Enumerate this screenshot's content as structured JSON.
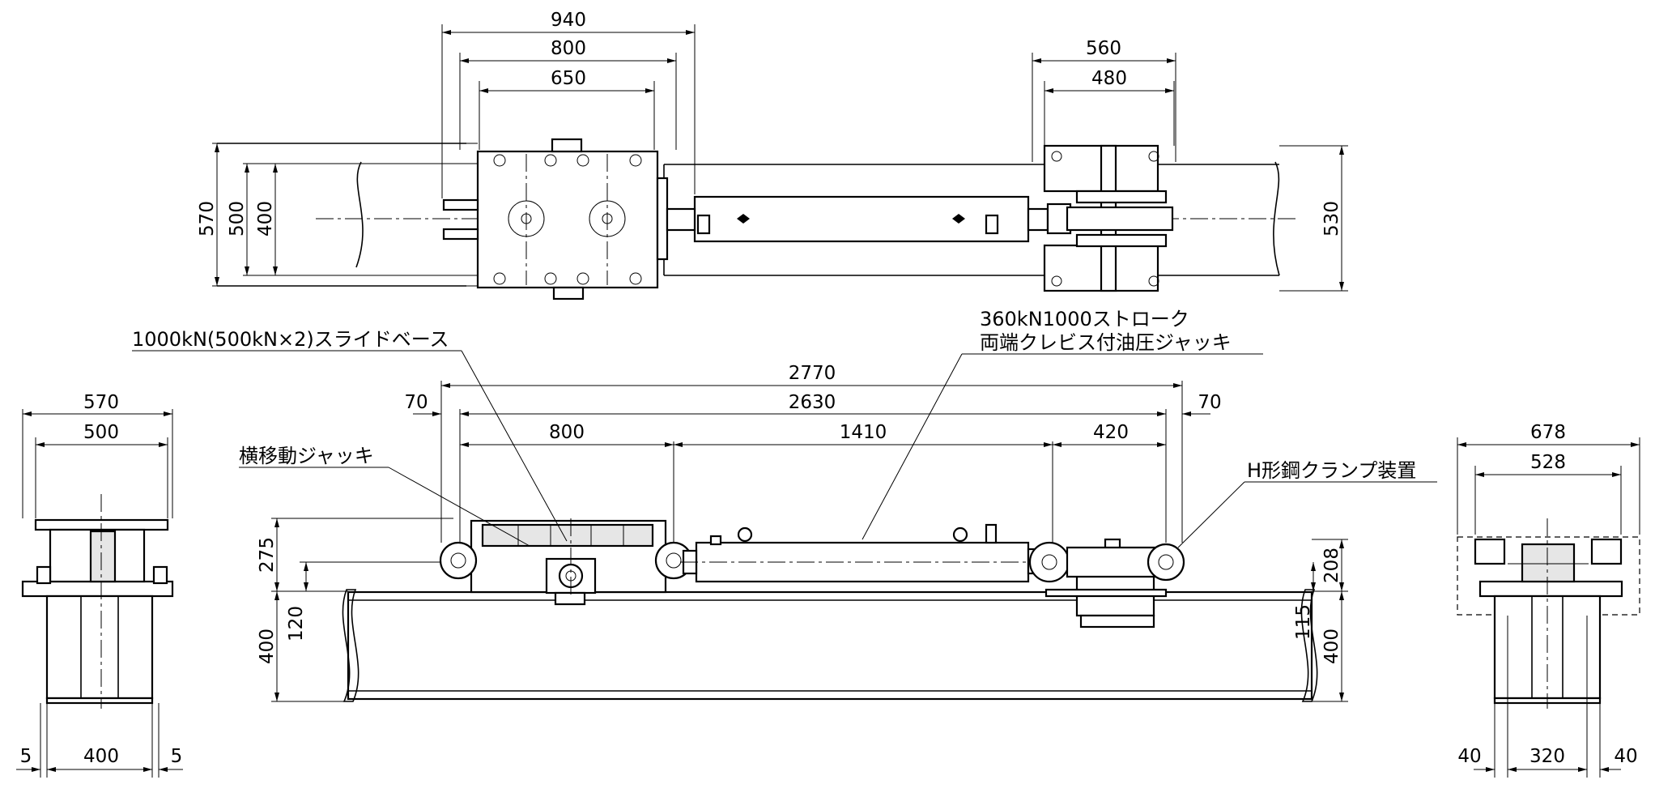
{
  "top_view": {
    "dims": {
      "d940": "940",
      "d800": "800",
      "d650": "650",
      "d560": "560",
      "d480": "480",
      "d570": "570",
      "d500": "500",
      "d400": "400",
      "d530": "530"
    }
  },
  "front_view": {
    "dims": {
      "d2770": "2770",
      "d2630": "2630",
      "d70_left": "70",
      "d70_right": "70",
      "d800": "800",
      "d1410": "1410",
      "d420": "420",
      "d275": "275",
      "d120": "120",
      "d400_left": "400",
      "d208": "208",
      "d115": "115",
      "d400_right": "400"
    }
  },
  "left_view": {
    "dims": {
      "d570": "570",
      "d500": "500",
      "d5_left": "5",
      "d400": "400",
      "d5_right": "5"
    }
  },
  "right_view": {
    "dims": {
      "d678": "678",
      "d528": "528",
      "d40_left": "40",
      "d320": "320",
      "d40_right": "40"
    }
  },
  "labels": {
    "slide_base": "1000kN(500kN×2)スライドベース",
    "jack_line1": "360kN1000ストローク",
    "jack_line2": "両端クレビス付油圧ジャッキ",
    "traverse_jack": "横移動ジャッキ",
    "clamp": "H形鋼クランプ装置"
  }
}
